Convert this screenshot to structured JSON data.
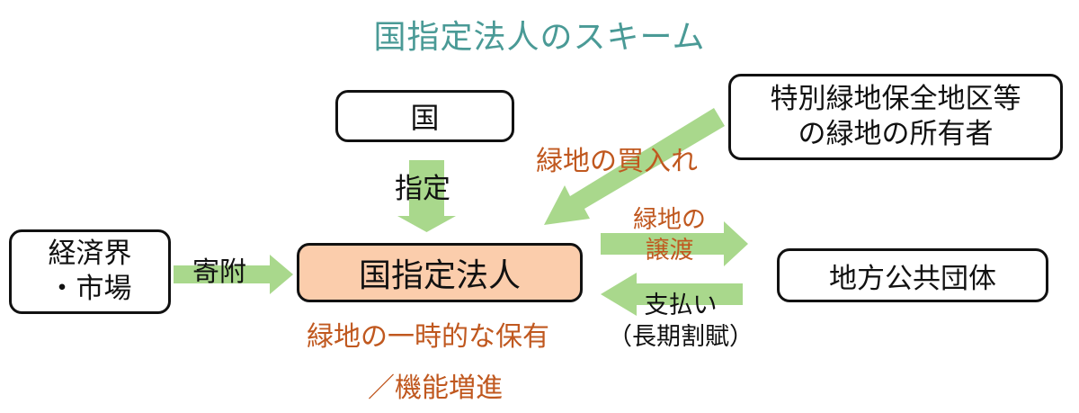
{
  "colors": {
    "title": "#4a9a96",
    "arrow": "#a9d88c",
    "accent_text": "#c0581f",
    "center_box_fill": "#fbcdac"
  },
  "title": "国指定法人のスキーム",
  "nodes": {
    "kuni": "国",
    "owner_line1": "特別緑地保全地区等",
    "owner_line2": "の緑地の所有者",
    "keizai_line1": "経済界",
    "keizai_line2": "・市場",
    "center": "国指定法人",
    "chiho": "地方公共団体"
  },
  "edges": {
    "shitei": "指定",
    "kifu": "寄附",
    "kaiire": "緑地の買入れ",
    "joto_line1": "緑地の",
    "joto_line2": "譲渡",
    "shiharai_line1": "支払い",
    "shiharai_line2": "（長期割賦）"
  },
  "notes": {
    "line1": "緑地の一時的な保有",
    "line2": "／機能増進"
  }
}
